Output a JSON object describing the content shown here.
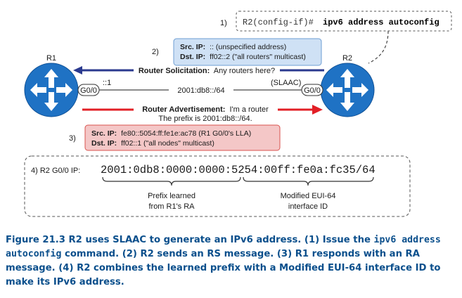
{
  "steps": {
    "step1_num": "1)",
    "step1_prompt": "R2(config-if)#",
    "step1_cmd": "ipv6 address autoconfig",
    "step2_num": "2)",
    "step2_src_label": "Src. IP:",
    "step2_src_value": ":: (unspecified address)",
    "step2_dst_label": "Dst. IP:",
    "step2_dst_value": "ff02::2 (\"all routers\" multicast)",
    "step3_num": "3)",
    "step3_src_label": "Src. IP:",
    "step3_src_value": "fe80::5054:ff:fe1e:ac78 (R1 G0/0's LLA)",
    "step3_dst_label": "Dst. IP:",
    "step3_dst_value": "ff02::1 (\"all nodes\" multicast)"
  },
  "routers": {
    "r1_name": "R1",
    "r2_name": "R2",
    "r1_intf": "G0/0",
    "r2_intf": "G0/0",
    "r1_addr": "::1",
    "link_prefix": "2001:db8::/64",
    "r2_mode": "(SLAAC)"
  },
  "messages": {
    "rs_title": "Router Solicitation:",
    "rs_text": "Any routers here?",
    "ra_title": "Router Advertisement:",
    "ra_text1": "I'm a router",
    "ra_text2": "The prefix is 2001:db8::/64."
  },
  "address": {
    "label": "4) R2 G0/0 IP:",
    "prefix_part": "2001:0db8:0000:0000:",
    "iid_part": "5254:00ff:fe0a:fc35/64",
    "prefix_desc1": "Prefix learned",
    "prefix_desc2": "from R1's RA",
    "iid_desc1": "Modified EUI-64",
    "iid_desc2": "interface ID"
  },
  "caption": {
    "fig": "Figure 21.3",
    "part1": "R2 uses SLAAC to generate an IPv6 address. (1) Issue the",
    "cmd": "ipv6 address autoconfig",
    "part2": "command. (2) R2 sends an RS message. (3) R1 responds with an RA message. (4) R2 combines the learned prefix with a Modified EUI-64 interface ID to make its IPv6 address."
  },
  "colors": {
    "router_fill": "#1f72c4",
    "rs_arrow": "#2b3a8f",
    "ra_arrow": "#e21f26",
    "rs_box_fill": "#cfe1f5",
    "rs_box_stroke": "#6e9ed3",
    "ra_box_fill": "#f4c7c7",
    "ra_box_stroke": "#d9534f",
    "caption": "#0a4f8c"
  }
}
